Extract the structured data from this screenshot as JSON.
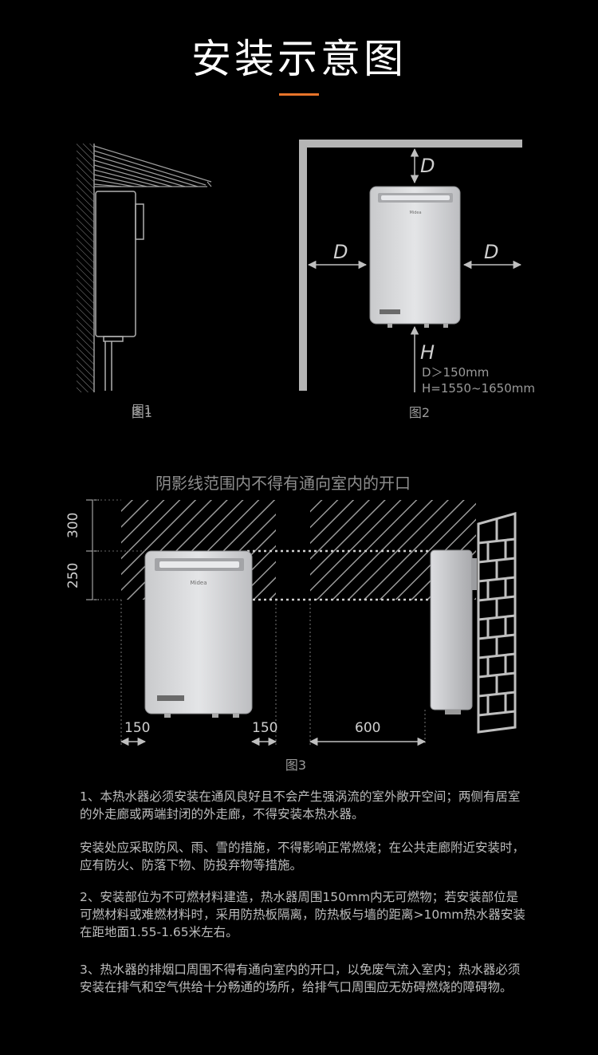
{
  "title": "安装示意图",
  "fig1": {
    "caption": "图1"
  },
  "fig2": {
    "caption": "图2",
    "label_top": "D",
    "label_left": "D",
    "label_right": "D",
    "label_bottom": "H",
    "spec_d": "D＞150mm",
    "spec_h": "H=1550~1650mm"
  },
  "fig3": {
    "heading": "阴影线范围内不得有通向室内的开口",
    "dim_300": "300",
    "dim_250": "250",
    "dim_150_left": "150",
    "dim_150_right": "150",
    "dim_600": "600",
    "caption": "图3"
  },
  "brand": "Midea",
  "paragraphs": [
    "1、本热水器必须安装在通风良好且不会产生强涡流的室外敞开空间；两侧有居室的外走廊或两端封闭的外走廊，不得安装本热水器。",
    "安装处应采取防风、雨、雪的措施，不得影响正常燃烧；在公共走廊附近安装时，应有防火、防落下物、防投弃物等措施。",
    "2、安装部位为不可燃材料建造，热水器周围150mm内无可燃物；若安装部位是可燃材料或难燃材料时，采用防热板隔离，防热板与墙的距离>10mm热水器安装在距地面1.55-1.65米左右。",
    "3、热水器的排烟口周围不得有通向室内的开口，以免废气流入室内；热水器必须安装在排气和空气供给十分畅通的场所，给排气口周围应无妨碍燃烧的障碍物。"
  ],
  "colors": {
    "accent": "#e8742a",
    "background": "#000000",
    "heater_body": "#d9dadc"
  }
}
